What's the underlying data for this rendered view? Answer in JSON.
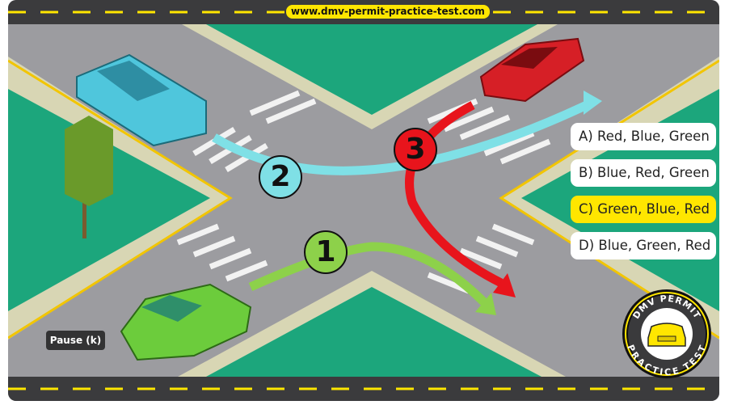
{
  "video": {
    "url_banner": "www.dmv-permit-practice-test.com",
    "pause_tooltip": "Pause (k)"
  },
  "arrows": [
    {
      "number": "1",
      "color": "#8dd14a"
    },
    {
      "number": "2",
      "color": "#7fe0e6"
    },
    {
      "number": "3",
      "color": "#e8141c"
    }
  ],
  "answers": [
    {
      "label": "A) Red, Blue, Green",
      "highlighted": false
    },
    {
      "label": "B) Blue, Red, Green",
      "highlighted": false
    },
    {
      "label": "C) Green, Blue, Red",
      "highlighted": true
    },
    {
      "label": "D) Blue, Green, Red",
      "highlighted": false
    }
  ],
  "logo": {
    "top_text": "DMV PERMIT",
    "bottom_text": "PRACTICE TEST"
  }
}
